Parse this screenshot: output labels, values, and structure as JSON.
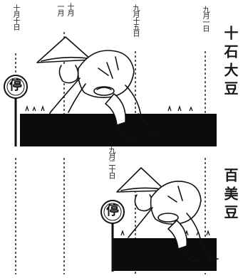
{
  "rows": [
    {
      "crop_label": "十石大豆",
      "dates": [
        "十月十日",
        "一月",
        "十月",
        "九月十五日",
        "九月一日"
      ],
      "stop_sign": "停"
    },
    {
      "crop_label": "百美豆",
      "dates": [
        "九月二十日"
      ],
      "stop_sign": "停"
    }
  ],
  "colors": {
    "ink": "#111111",
    "paper": "#ffffff",
    "field": "#0b0b0b"
  }
}
